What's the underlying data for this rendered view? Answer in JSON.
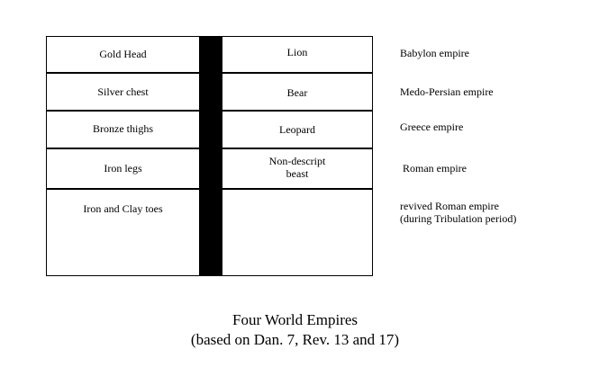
{
  "rows": [
    {
      "body_part": "Gold Head",
      "beast": "Lion",
      "empire": "Babylon empire"
    },
    {
      "body_part": "Silver chest",
      "beast": "Bear",
      "empire": "Medo-Persian empire"
    },
    {
      "body_part": "Bronze thighs",
      "beast": "Leopard",
      "empire": "Greece empire"
    },
    {
      "body_part": "Iron legs",
      "beast": "Non-descript\nbeast",
      "empire": "Roman empire"
    },
    {
      "body_part": "Iron and Clay toes",
      "beast": "",
      "empire": "revived Roman empire\n(during Tribulation period)"
    }
  ],
  "caption": {
    "line1": "Four World Empires",
    "line2": "(based on Dan. 7, Rev. 13 and 17)"
  }
}
